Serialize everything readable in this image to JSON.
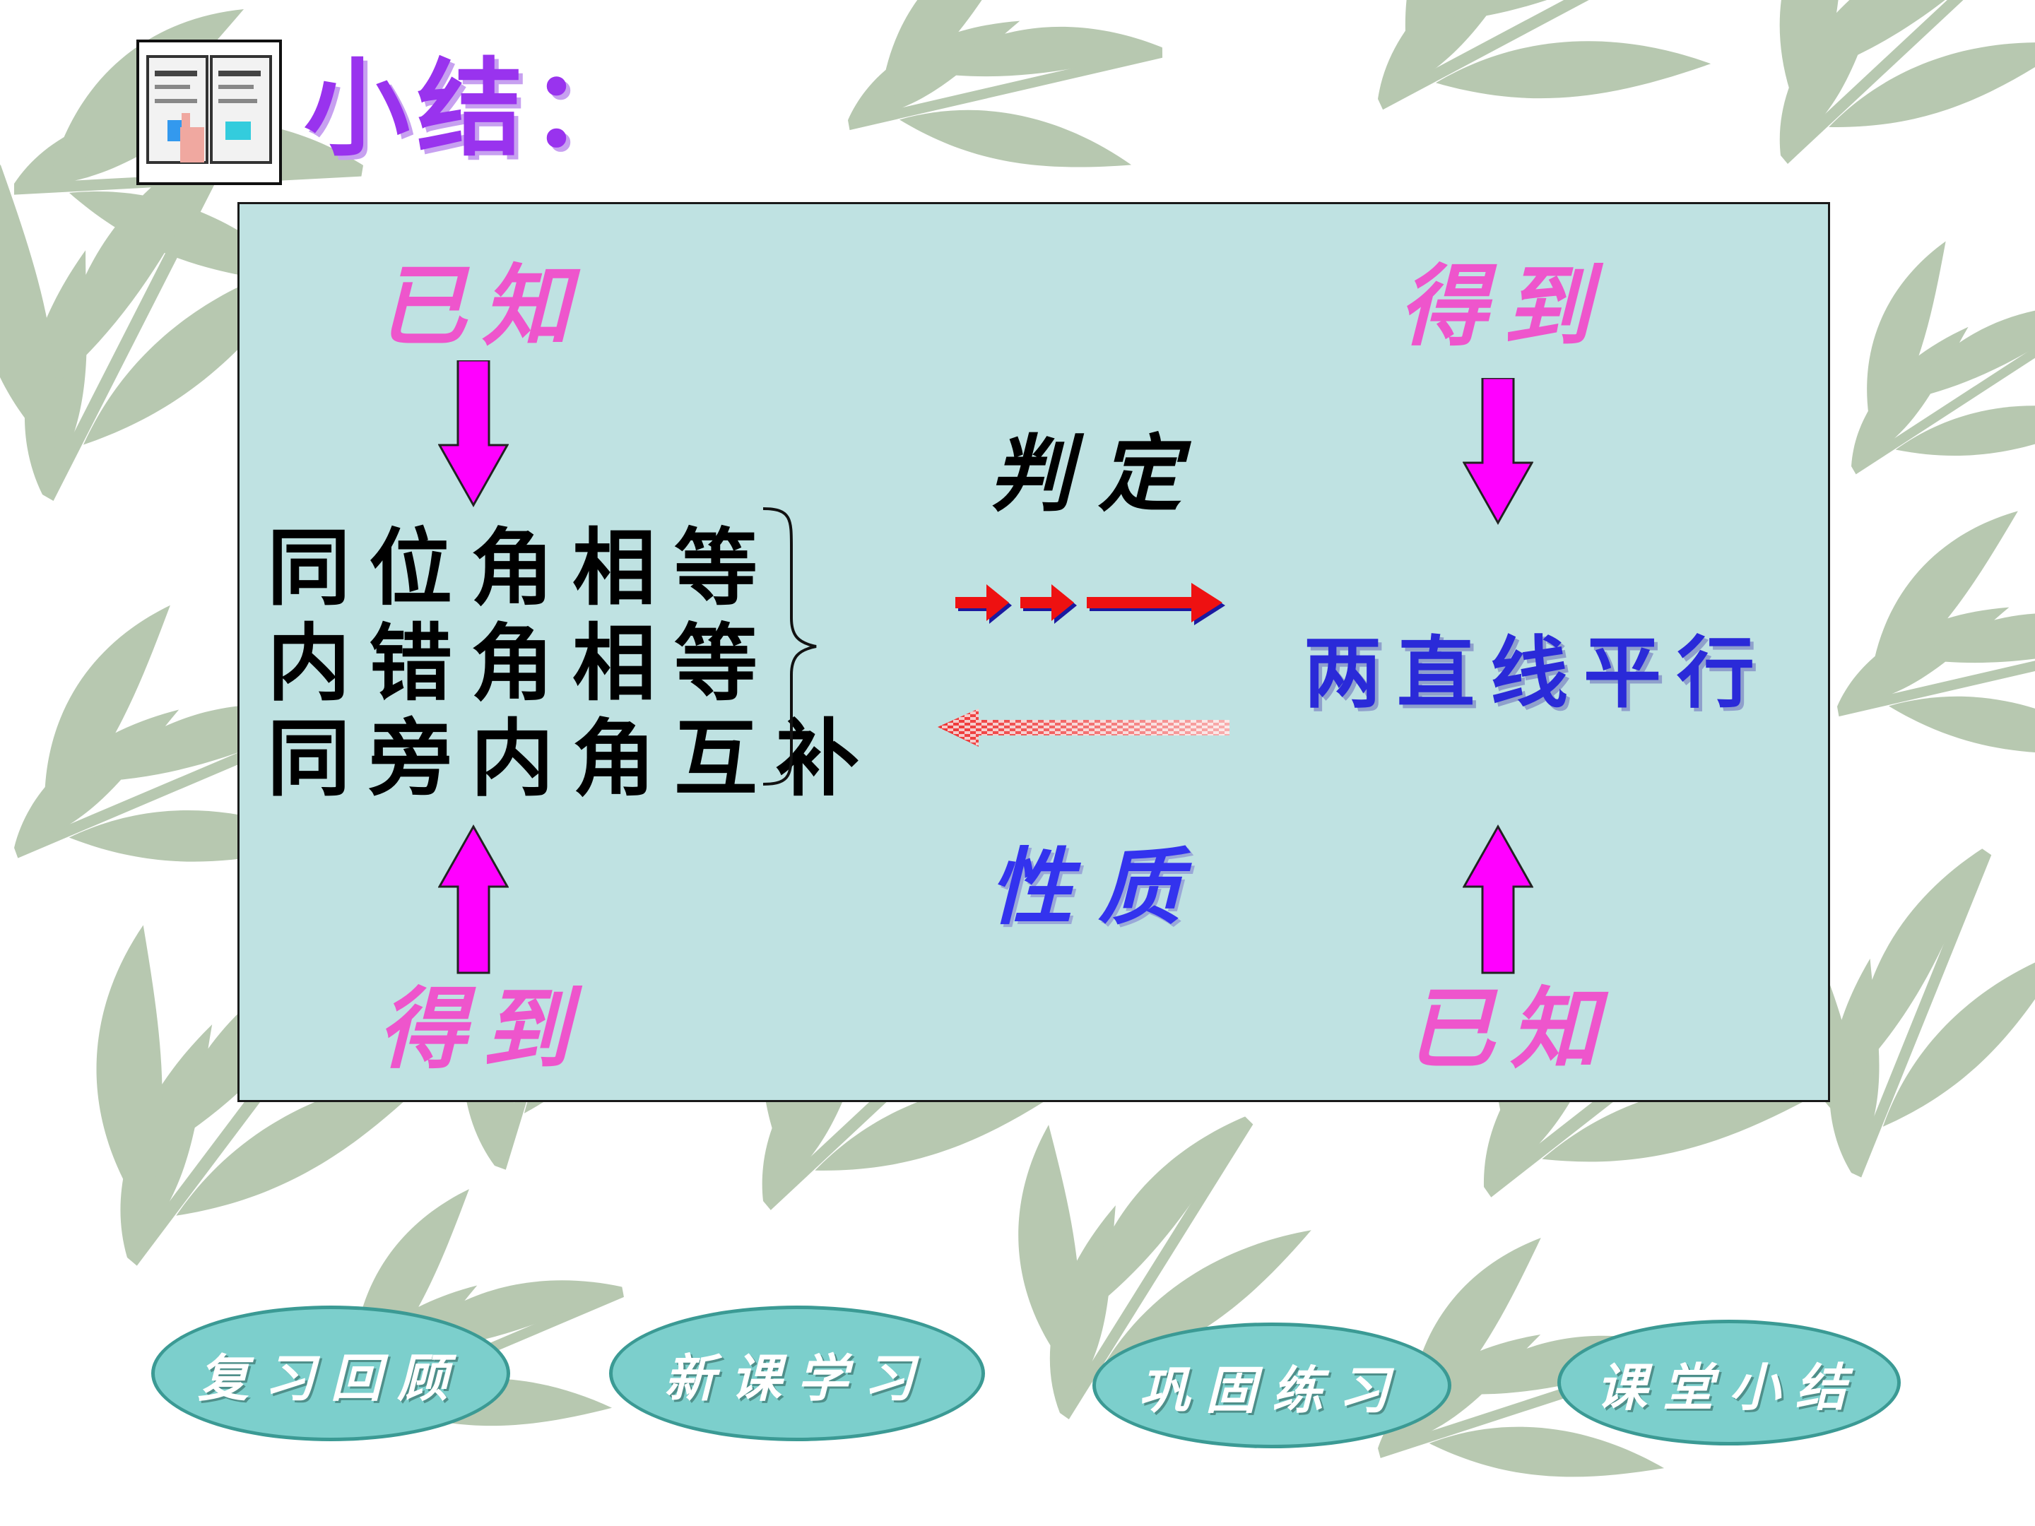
{
  "title": "小结：",
  "icon": "document-pages-icon",
  "panel": {
    "known_top": "已知",
    "obtain_top": "得到",
    "obtain_bottom": "得到",
    "known_bottom": "已知",
    "conditions": [
      "同位角相等",
      "内错角相等",
      "同旁内角互补"
    ],
    "judgement_label": "判定",
    "property_label": "性质",
    "result": "两直线平行"
  },
  "nav": [
    {
      "label": "复习回顾"
    },
    {
      "label": "新课学习"
    },
    {
      "label": "巩固练习"
    },
    {
      "label": "课堂小结"
    }
  ],
  "colors": {
    "title": "#9933ee",
    "pink_text": "#ee55cc",
    "magenta_arrow": "#ff00ff",
    "panel_bg": "#bfe2e2",
    "result_blue": "#2a2ad8",
    "nav_fill": "#7ccfcc",
    "leaf_green": "#b7c8b0"
  }
}
